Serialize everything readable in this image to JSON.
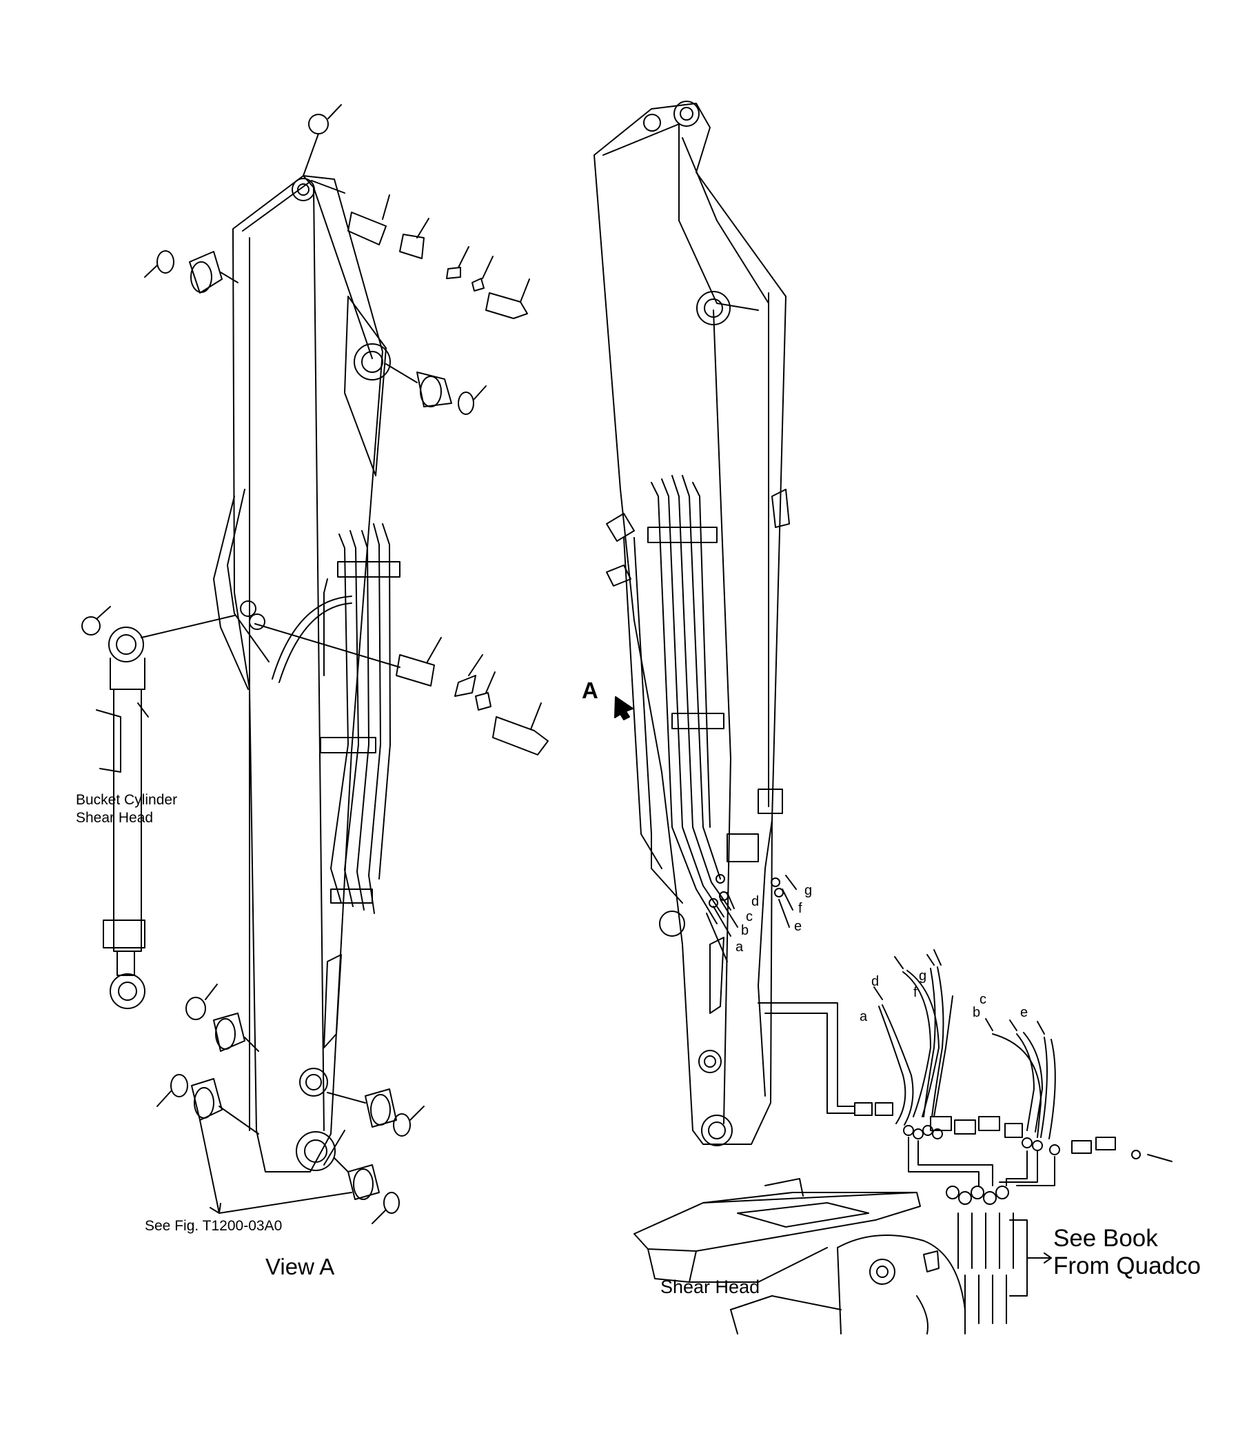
{
  "labels": {
    "bucket_cylinder_line1": "Bucket Cylinder",
    "bucket_cylinder_line2": "Shear Head",
    "see_fig": "See Fig. T1200-03A0",
    "view_a": "View A",
    "arrow_a": "A",
    "shear_head": "Shear Head",
    "see_book_line1": "See Book",
    "see_book_line2": "From Quadco"
  },
  "hose_letters_arm": [
    "a",
    "b",
    "c",
    "d",
    "e",
    "f",
    "g"
  ],
  "hose_letters_detail": [
    "a",
    "b",
    "c",
    "d",
    "e",
    "f",
    "g"
  ],
  "colors": {
    "line": "#000000",
    "background": "#ffffff"
  }
}
